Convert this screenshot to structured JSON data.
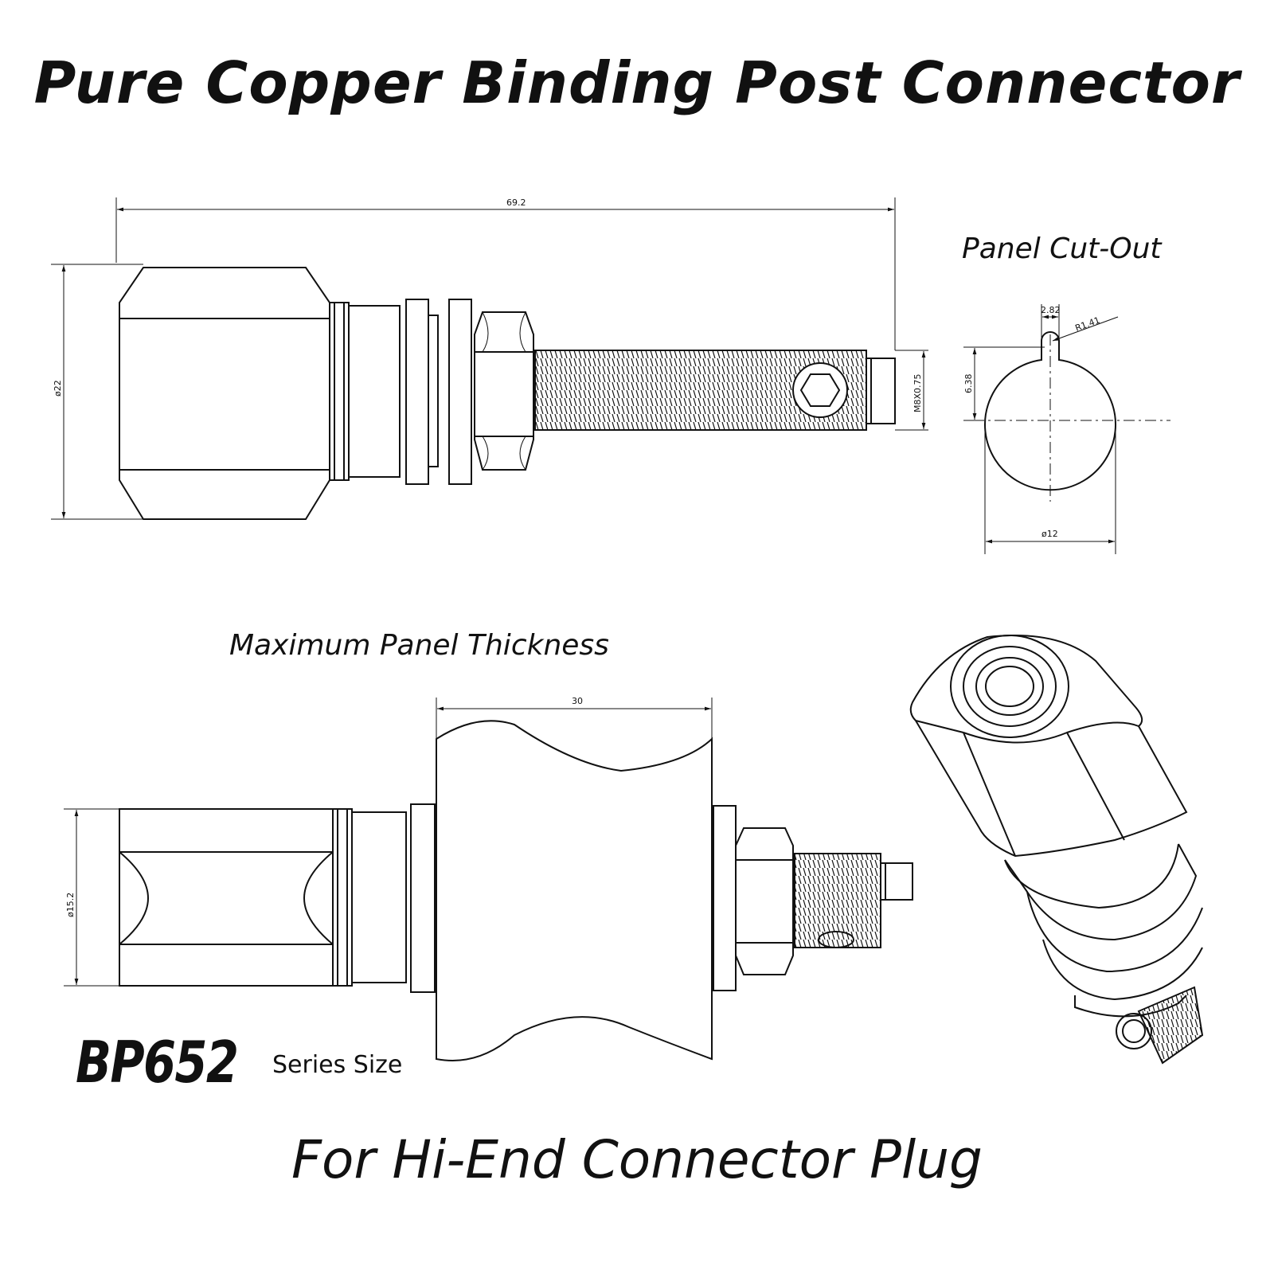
{
  "title": "Pure Copper Binding Post Connector",
  "panel_cutout_label": "Panel Cut-Out",
  "max_thickness_label": "Maximum Panel Thickness",
  "model": "BP652",
  "model_suffix": "Series Size",
  "footer": "For Hi-End Connector Plug",
  "dimensions": {
    "overall_length": "69.2",
    "body_diameter": "ø22",
    "thread": "M8X0.75",
    "key_width": "2.82",
    "key_radius": "R1.41",
    "key_height": "6.38",
    "hole_diameter": "ø12",
    "panel_thickness": "30",
    "collar_diameter": "ø15.2"
  }
}
